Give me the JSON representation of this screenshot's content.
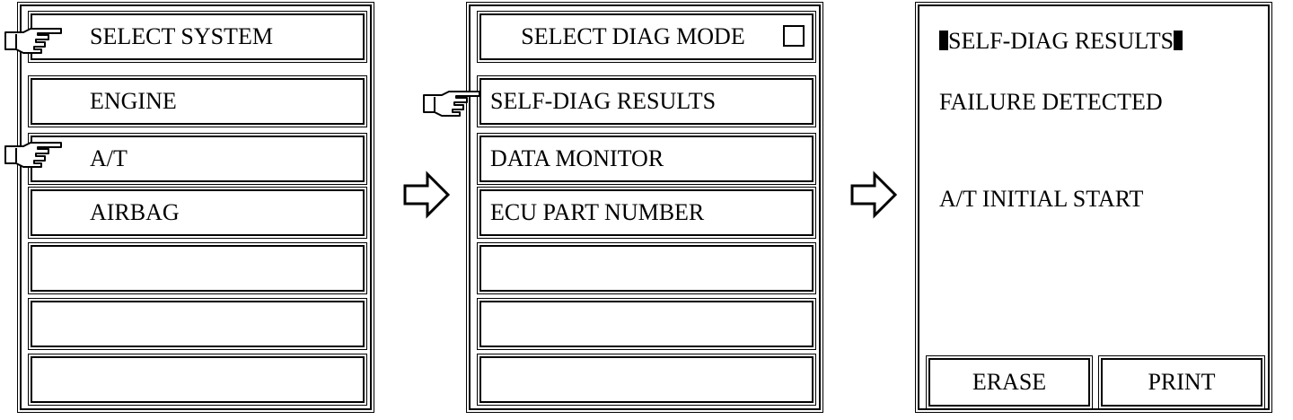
{
  "screen1": {
    "title": "SELECT SYSTEM",
    "items": [
      "ENGINE",
      "A/T",
      "AIRBAG",
      "",
      "",
      ""
    ]
  },
  "screen2": {
    "title": "SELECT DIAG MODE",
    "items": [
      "SELF-DIAG RESULTS",
      "DATA MONITOR",
      "ECU PART NUMBER",
      "",
      "",
      ""
    ]
  },
  "screen3": {
    "title": "SELF-DIAG RESULTS",
    "status": "FAILURE DETECTED",
    "detail": "A/T INITIAL START",
    "erase_label": "ERASE",
    "print_label": "PRINT"
  },
  "icons": {
    "pointer": "pointing-hand-icon",
    "next": "right-arrow-icon"
  }
}
